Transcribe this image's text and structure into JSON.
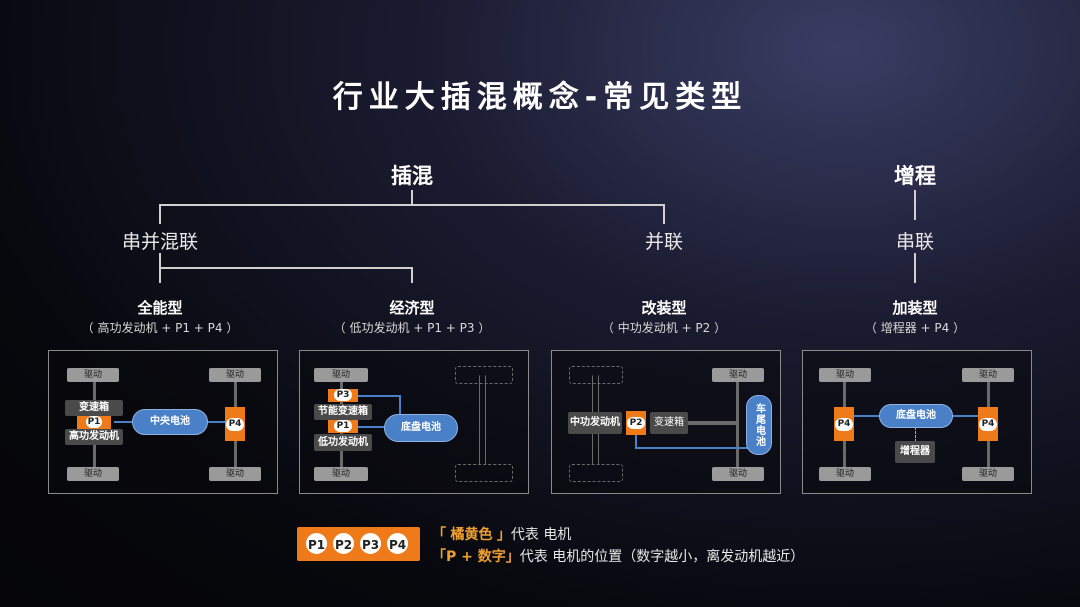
{
  "title": "行业大插混概念-常见类型",
  "tree": {
    "phev": "插混",
    "erev": "增程",
    "series_parallel": "串并混联",
    "parallel": "并联",
    "series": "串联"
  },
  "types": [
    {
      "name": "全能型",
      "desc": "（ 高功发动机 + P1 + P4 ）"
    },
    {
      "name": "经济型",
      "desc": "（ 低功发动机 + P1 + P3 ）"
    },
    {
      "name": "改装型",
      "desc": "（ 中功发动机 + P2 ）"
    },
    {
      "name": "加装型",
      "desc": "（ 增程器 + P4 ）"
    }
  ],
  "diagram1": {
    "drive": "驱动",
    "gearbox": "变速箱",
    "p1": "P1",
    "engine": "高功发动机",
    "battery": "中央电池",
    "p4": "P4"
  },
  "diagram2": {
    "drive": "驱动",
    "p3": "P3",
    "gearbox": "节能变速箱",
    "p1": "P1",
    "engine": "低功发动机",
    "battery": "底盘电池"
  },
  "diagram3": {
    "drive": "驱动",
    "engine": "中功发动机",
    "p2": "P2",
    "gearbox": "变速箱",
    "battery": "车尾电池"
  },
  "diagram4": {
    "drive": "驱动",
    "p4": "P4",
    "battery": "底盘电池",
    "extender": "增程器"
  },
  "legend": {
    "badges": [
      "P1",
      "P2",
      "P3",
      "P4"
    ],
    "line1_open": "「",
    "line1_bold": "橘黄色",
    "line1_close": "」",
    "line1_rest": "代表 电机",
    "line2_open": "「",
    "line2_bold": "P + 数字",
    "line2_close": "」",
    "line2_rest": "代表 电机的位置（数字越小，离发动机越近）"
  },
  "colors": {
    "orange": "#ee7a1a",
    "blue": "#4a80c8",
    "grey": "#4a4a4a"
  }
}
